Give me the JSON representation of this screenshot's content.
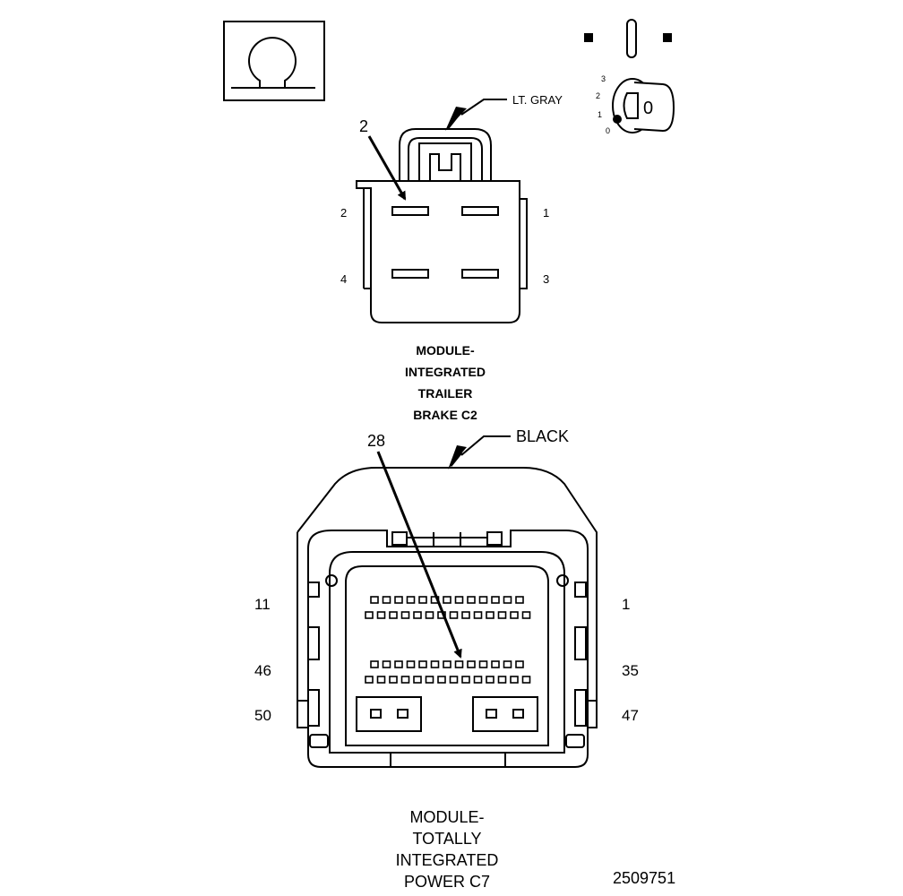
{
  "ignition": {
    "positions": [
      "3",
      "2",
      "1",
      "0"
    ],
    "key_symbol": "0"
  },
  "c2": {
    "color_label": "LT. GRAY",
    "callout_pin": "2",
    "pins": {
      "top_left": "2",
      "top_right": "1",
      "bottom_left": "4",
      "bottom_right": "3"
    },
    "title_lines": [
      "MODULE-",
      "INTEGRATED",
      "TRAILER",
      "BRAKE C2"
    ]
  },
  "c7": {
    "color_label": "BLACK",
    "callout_pin": "28",
    "pins": {
      "left_row1": "11",
      "right_row1": "1",
      "left_row3": "46",
      "right_row3": "35",
      "left_row5": "50",
      "right_row5": "47"
    },
    "title_lines": [
      "MODULE-",
      "TOTALLY",
      "INTEGRATED",
      "POWER C7"
    ]
  },
  "figure_number": "2509751",
  "colors": {
    "line": "#000000",
    "background": "#ffffff"
  }
}
